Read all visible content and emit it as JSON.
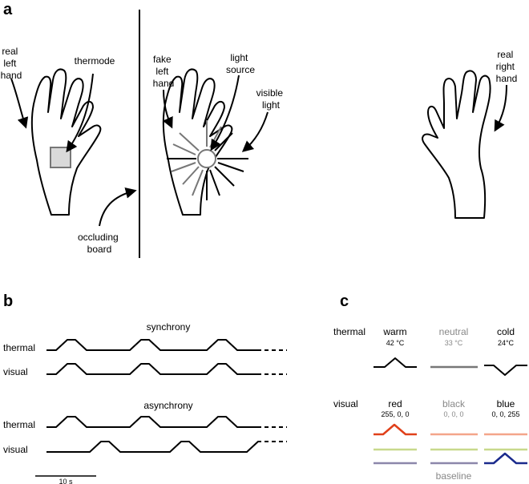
{
  "panels": {
    "a": {
      "letter": "a",
      "labels": {
        "real_left_hand": [
          "real",
          "left",
          "hand"
        ],
        "thermode": "thermode",
        "fake_left_hand": [
          "fake",
          "left",
          "hand"
        ],
        "light_source": [
          "light",
          "source"
        ],
        "visible_light": [
          "visible",
          "light"
        ],
        "real_right_hand": [
          "real",
          "right",
          "hand"
        ],
        "occluding_board": [
          "occluding",
          "board"
        ]
      }
    },
    "b": {
      "letter": "b",
      "synchrony_title": "synchrony",
      "asynchrony_title": "asynchrony",
      "row_thermal": "thermal",
      "row_visual": "visual",
      "scalebar": "10 s"
    },
    "c": {
      "letter": "c",
      "row_thermal": "thermal",
      "row_visual": "visual",
      "thermal_conditions": [
        {
          "name": "warm",
          "value": "42 °C",
          "color": "#000000",
          "sub_color": "#000000"
        },
        {
          "name": "neutral",
          "value": "33 °C",
          "color": "#888888",
          "sub_color": "#888888"
        },
        {
          "name": "cold",
          "value": "24°C",
          "color": "#000000",
          "sub_color": "#000000"
        }
      ],
      "visual_conditions": [
        {
          "name": "red",
          "value": "255, 0, 0",
          "color": "#000000",
          "sub_color": "#000000"
        },
        {
          "name": "black",
          "value": "0, 0, 0",
          "color": "#888888",
          "sub_color": "#888888"
        },
        {
          "name": "blue",
          "value": "0, 0, 255",
          "color": "#000000",
          "sub_color": "#000000"
        }
      ],
      "baseline_label": "baseline",
      "colors": {
        "red": "#e0401a",
        "salmon": "#f4a58a",
        "green": "#c8d98c",
        "purple": "#8c87aa",
        "blue": "#1a2a8c",
        "neutral_gray": "#777777"
      }
    }
  }
}
